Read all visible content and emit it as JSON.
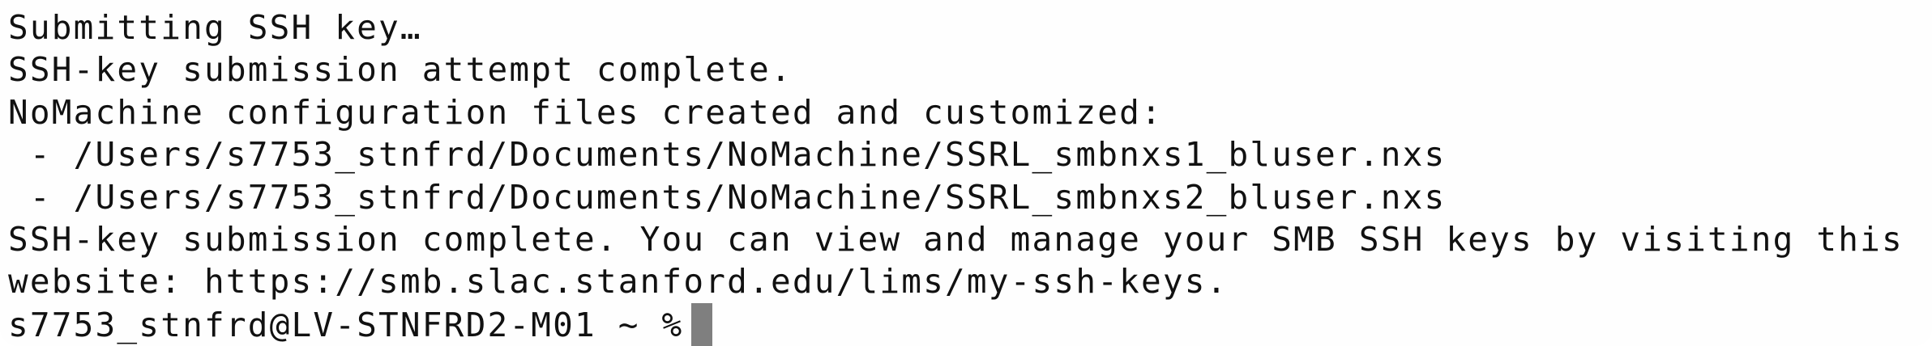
{
  "terminal": {
    "lines": [
      "Submitting SSH key…",
      "SSH-key submission attempt complete.",
      "NoMachine configuration files created and customized:",
      " - /Users/s7753_stnfrd/Documents/NoMachine/SSRL_smbnxs1_bluser.nxs",
      " - /Users/s7753_stnfrd/Documents/NoMachine/SSRL_smbnxs2_bluser.nxs",
      "SSH-key submission complete. You can view and manage your SMB SSH keys by visiting this",
      "website: https://smb.slac.stanford.edu/lims/my-ssh-keys."
    ],
    "prompt": "s7753_stnfrd@LV-STNFRD2-M01 ~ %",
    "cursor_color": "#7f7f7f"
  }
}
